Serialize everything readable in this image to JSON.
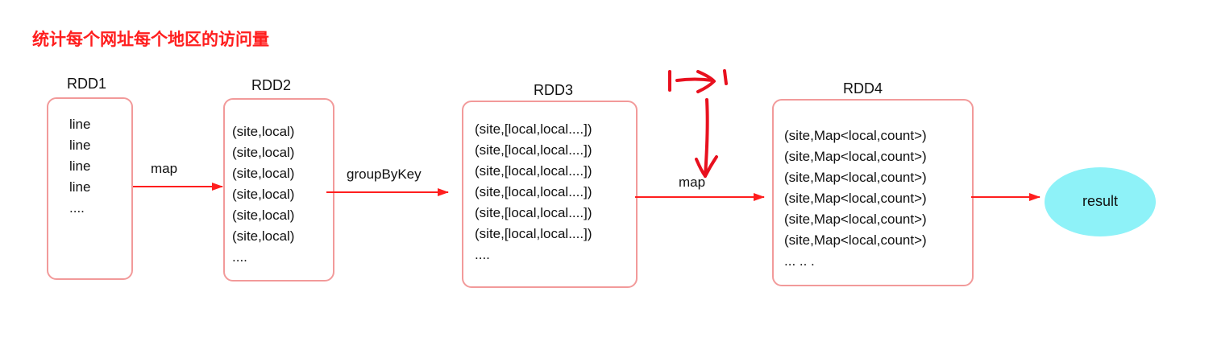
{
  "title": "统计每个网址每个地区的访问量",
  "nodes": {
    "rdd1": {
      "label": "RDD1",
      "lines": [
        "line",
        "line",
        "line",
        "line",
        "...."
      ]
    },
    "rdd2": {
      "label": "RDD2",
      "lines": [
        "(site,local)",
        "(site,local)",
        "(site,local)",
        "(site,local)",
        "(site,local)",
        "(site,local)",
        "...."
      ]
    },
    "rdd3": {
      "label": "RDD3",
      "lines": [
        "(site,[local,local....])",
        "(site,[local,local....])",
        "(site,[local,local....])",
        "(site,[local,local....])",
        "(site,[local,local....])",
        "(site,[local,local....])",
        "...."
      ]
    },
    "rdd4": {
      "label": "RDD4",
      "lines": [
        "(site,Map<local,count>)",
        "(site,Map<local,count>)",
        "(site,Map<local,count>)",
        "(site,Map<local,count>)",
        "(site,Map<local,count>)",
        "(site,Map<local,count>)",
        "... .. ."
      ]
    },
    "result": {
      "label": "result"
    }
  },
  "edges": {
    "e1": "map",
    "e2": "groupByKey",
    "e3": "map"
  },
  "colors": {
    "title": "#ff1e1e",
    "box_border": "#f29a9a",
    "arrow": "#ff1e1e",
    "result_fill": "#8ef2f8",
    "annotation": "#e8101e"
  }
}
